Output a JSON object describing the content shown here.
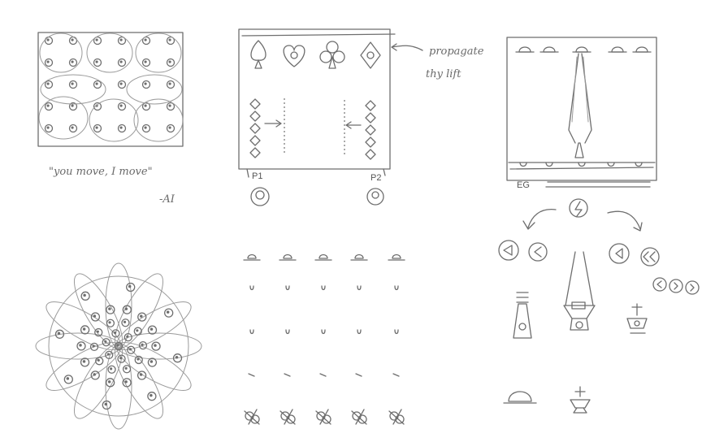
{
  "sketch": {
    "notes": {
      "quote": "\"you move, I move\"",
      "attribution": "-AI",
      "propagate": "propagate",
      "thy_lift": "thy lift"
    },
    "labels": {
      "player1": "P1",
      "player2": "P2",
      "eg": "EG"
    },
    "colors": {
      "ink": "#6e6e6e",
      "paper": "#ffffff"
    },
    "icons": [
      "spade-icon",
      "heart-icon",
      "club-icon",
      "diamond-icon",
      "knob-icon",
      "ufo-icon",
      "arrow-left-icon",
      "arrow-right-icon",
      "lightning-icon"
    ]
  }
}
